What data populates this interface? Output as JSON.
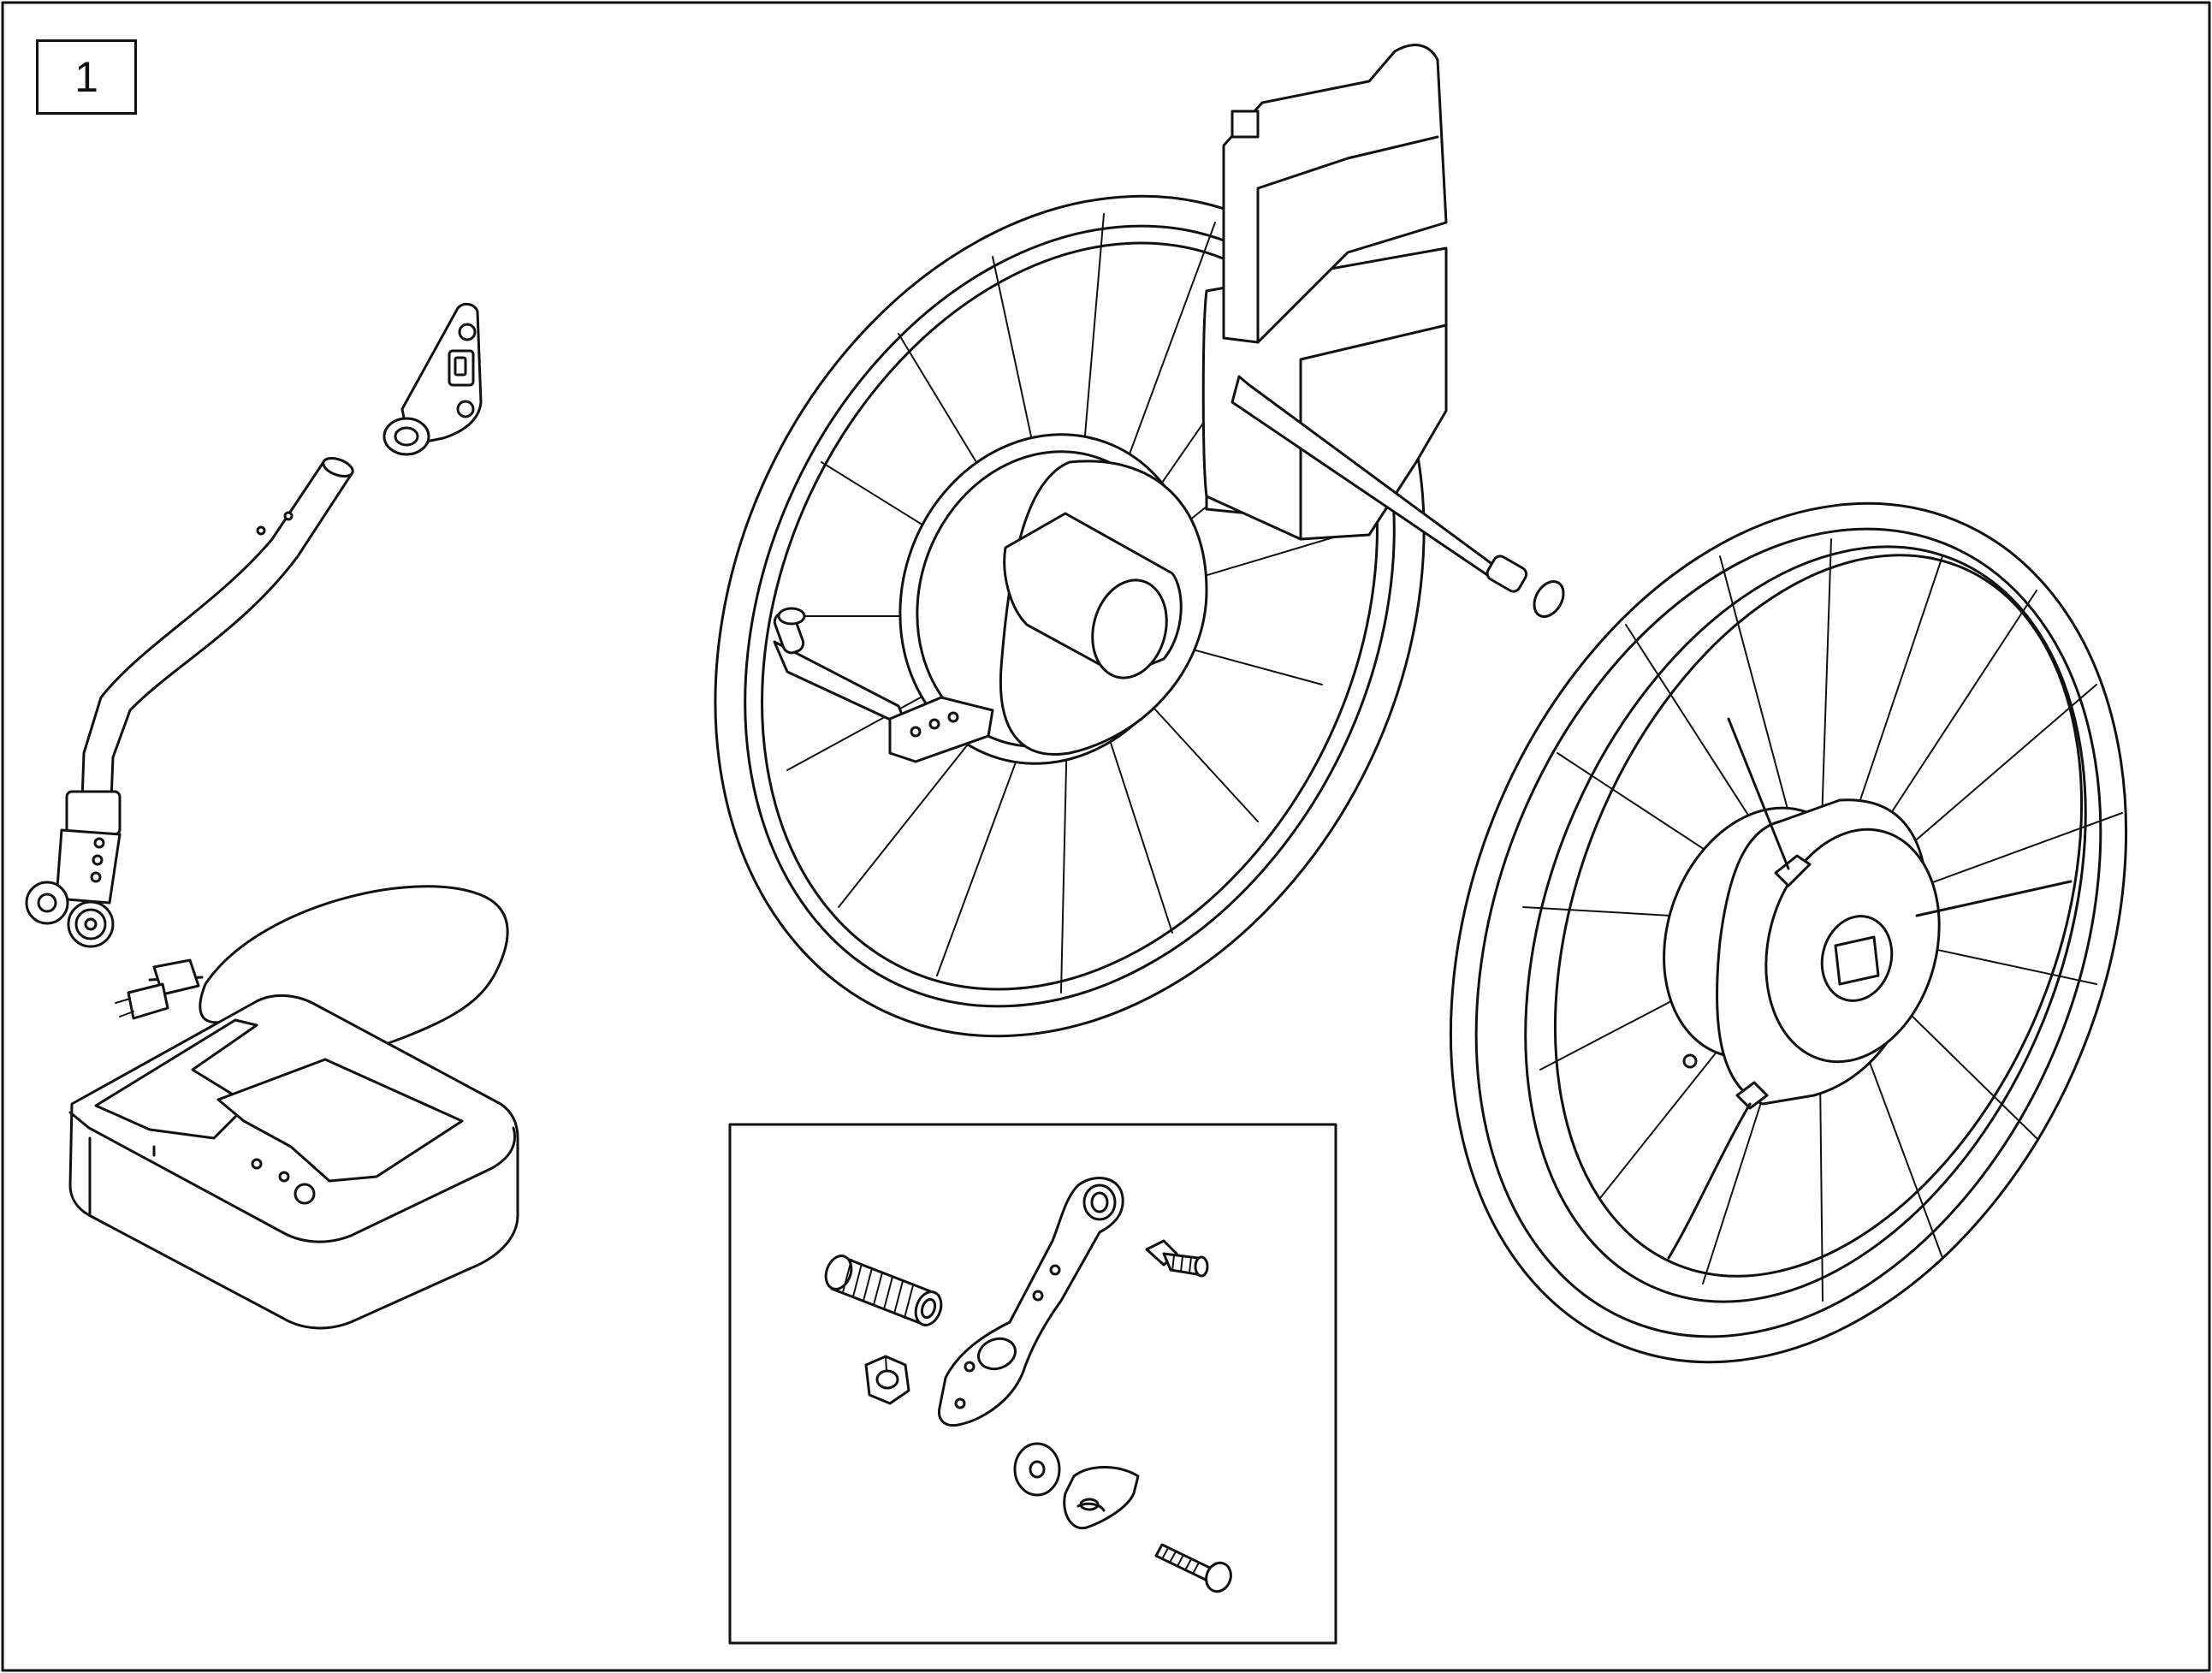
{
  "figure": {
    "label": "1",
    "parts": [
      {
        "id": "anti-tip-tube",
        "icon": "curved-tube-with-wheels-icon"
      },
      {
        "id": "anti-tip-bracket",
        "icon": "triangular-bracket-icon"
      },
      {
        "id": "battery-charger",
        "icon": "charger-base-icon"
      },
      {
        "id": "charger-power-cord",
        "icon": "power-plug-icon"
      },
      {
        "id": "drive-wheel-with-battery",
        "icon": "spoked-wheel-motor-battery-icon"
      },
      {
        "id": "drive-wheel-right",
        "icon": "spoked-wheel-hub-motor-icon"
      },
      {
        "id": "detail-hardware-kit",
        "icon": "hardware-inset-icon"
      }
    ],
    "colors": {
      "line": "#111111",
      "background": "#ffffff"
    }
  }
}
